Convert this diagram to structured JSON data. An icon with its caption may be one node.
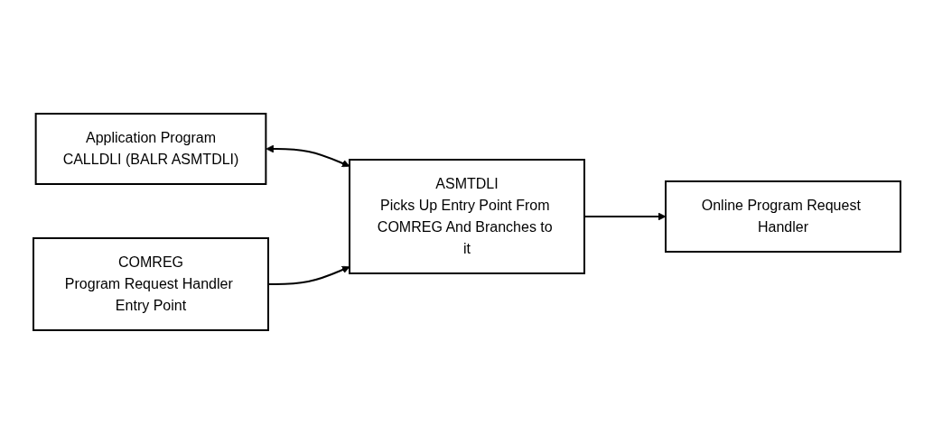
{
  "diagram": {
    "nodes": [
      {
        "text": [
          "Application Program",
          "CALLDLI (BALR ASMTDLI)"
        ]
      },
      {
        "text": [
          "ASMTDLI",
          "Picks Up Entry Point From COMREG And Branches to it"
        ]
      },
      {
        "text": [
          "COMREG",
          "Program Request Handler Entry Point"
        ]
      },
      {
        "text": [
          "Online Program Request Handler"
        ]
      }
    ],
    "edges": [
      {
        "from": 0,
        "to": 1,
        "arrow": "both"
      },
      {
        "from": 2,
        "to": 1,
        "arrow": "to"
      },
      {
        "from": 1,
        "to": 3,
        "arrow": "to"
      }
    ]
  }
}
